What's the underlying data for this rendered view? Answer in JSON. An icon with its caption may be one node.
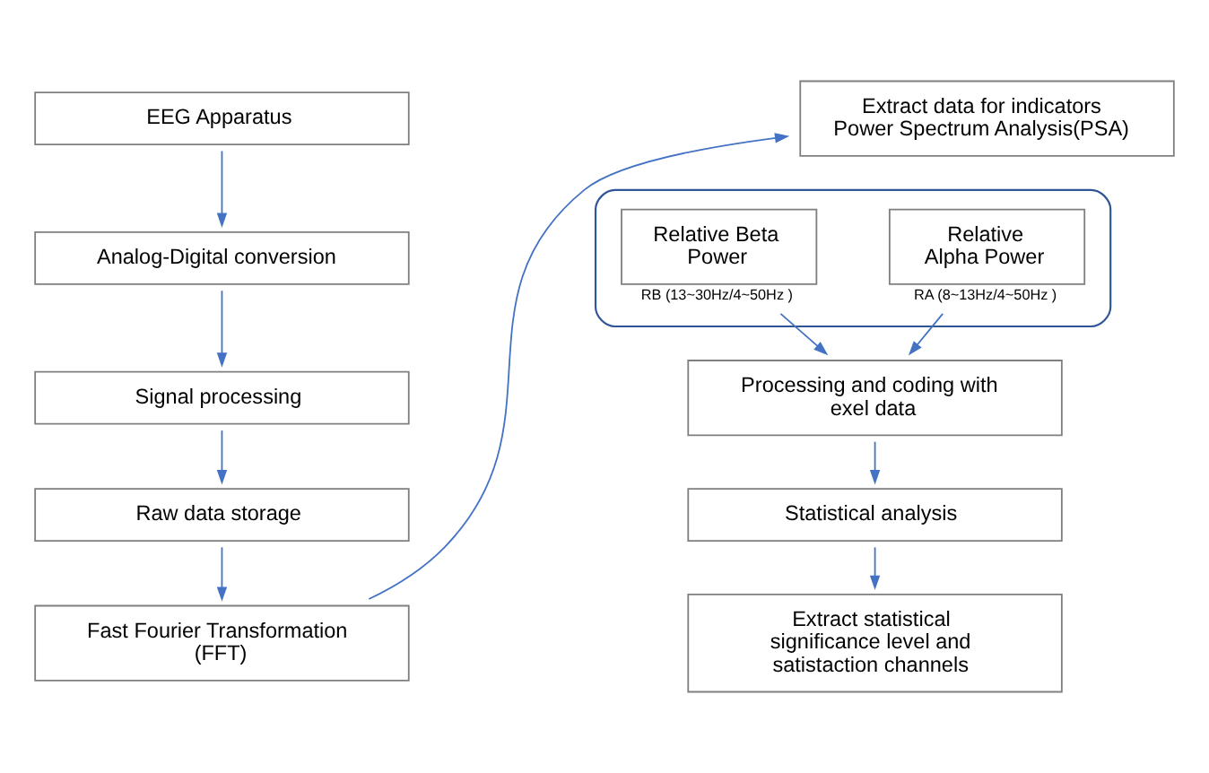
{
  "diagram": {
    "nodes": [
      {
        "text": [
          "EEG Apparatus"
        ]
      },
      {
        "text": [
          "Analog-Digital conversion"
        ]
      },
      {
        "text": [
          "Signal processing"
        ]
      },
      {
        "text": [
          "Raw data storage"
        ]
      },
      {
        "text": [
          "Fast Fourier Transformation (FFT)"
        ]
      },
      {
        "text": [
          "Extract data for indicators",
          "Power Spectrum Analysis(PSA)"
        ]
      },
      {
        "text": [],
        "shape": "bracket"
      },
      {
        "text": [
          "Relative Alpha Power"
        ],
        "in": 6,
        "beside": [
          "RA (8~13Hz/4~50Hz )"
        ]
      },
      {
        "text": [
          "Relative Beta Power"
        ],
        "in": 6,
        "beside": [
          "RB (13~30Hz/4~50Hz )"
        ]
      },
      {
        "text": [
          "Processing and coding with exel data"
        ]
      },
      {
        "text": [
          "Statistical analysis"
        ]
      },
      {
        "text": [
          "Extract statistical significance level and satistaction channels"
        ]
      }
    ],
    "edges": [
      {
        "from": 0,
        "to": 1,
        "arrow": "to"
      },
      {
        "from": 1,
        "to": 2,
        "arrow": "to"
      },
      {
        "from": 2,
        "to": 3,
        "arrow": "to"
      },
      {
        "from": 3,
        "to": 4,
        "arrow": "to"
      },
      {
        "from": 4,
        "to": 5,
        "arrow": "to"
      },
      {
        "from": 7,
        "to": 9,
        "arrow": "to"
      },
      {
        "from": 8,
        "to": 9,
        "arrow": "to"
      },
      {
        "from": 9,
        "to": 10,
        "arrow": "to"
      },
      {
        "from": 10,
        "to": 11,
        "arrow": "to"
      }
    ]
  }
}
